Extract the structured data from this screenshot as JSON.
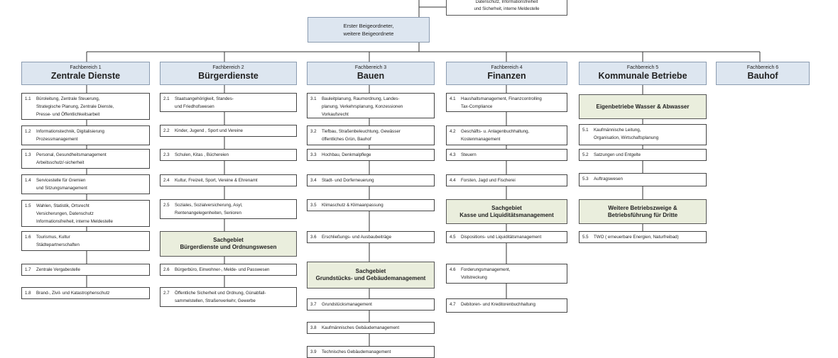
{
  "top": {
    "line1": "Datenschutz, Informationsfreiheit",
    "line2": "und Sicherheit, interne Meldestelle"
  },
  "beigeordnete": "Erster Beigeordneter,\nweitere Beigeordnete",
  "fachbereiche": [
    {
      "fb": "Fachbereich 1",
      "name": "Zentrale Dienste",
      "items": [
        {
          "num": "1.1",
          "text": "Büroleitung, Zentrale Steuerung,\nStrategische Planung, Zentrale Dienste,\nPresse- und Öffentlichkeitsarbeit"
        },
        {
          "num": "1.2",
          "text": "Informationstechnik, Digitalisierung\nProzessmanagement"
        },
        {
          "num": "1.3",
          "text": "Personal, Gesundheitsmanagement\nArbeitsschutz/-sicherheit"
        },
        {
          "num": "1.4",
          "text": "Servicestelle für Gremien\nund Sitzungsmanagement"
        },
        {
          "num": "1.5",
          "text": "Wahlen, Statistik, Ortsrecht\nVersicherungen, Datenschutz\nInformationsfreiheit, interne Meldestelle"
        },
        {
          "num": "1.6",
          "text": "Tourismus, Kultur\nStädtepartnerschaften"
        },
        {
          "num": "1.7",
          "text": "Zentrale Vergabestelle"
        },
        {
          "num": "1.8",
          "text": "Brand-, Zivil- und Katastrophenschutz"
        }
      ]
    },
    {
      "fb": "Fachbereich 2",
      "name": "Bürgerdienste",
      "items": [
        {
          "num": "2.1",
          "text": "Staatsangehörigkeit, Standes-\nund Friedhofswesen"
        },
        {
          "num": "2.2",
          "text": "Kinder, Jugend , Sport und Vereine"
        },
        {
          "num": "2.3",
          "text": "Schulen, Kitas , Büchereien"
        },
        {
          "num": "2.4",
          "text": "Kultur, Freizeit, Sport, Vereine & Ehrenamt"
        },
        {
          "num": "2.5",
          "text": "Soziales, Sozialversicherung, Asyl,\nRentenangelegenheiten, Senioren"
        },
        {
          "num": "2.6",
          "text": "Bürgerbüro, Einwohner-, Melde- und Passwesen"
        },
        {
          "num": "2.7",
          "text": "Öffentliche Sicherheit und Ordnung, Günabfall-\nsammelstellen, Straßenverkehr, Gewerbe"
        }
      ],
      "sachgebiet": {
        "l1": "Sachgebiet",
        "l2": "Bürgerdienste und Ordnungswesen"
      }
    },
    {
      "fb": "Fachbereich 3",
      "name": "Bauen",
      "items": [
        {
          "num": "3.1",
          "text": "Bauleitplanung, Raumordnung, Landes-\nplanung, Verkehrsplanung, Konzessionen\nVorkaufsrecht"
        },
        {
          "num": "3.2",
          "text": "Tiefbau, Straßenbeleuchtung, Gewässer\nöffentliches Grün, Bauhof"
        },
        {
          "num": "3.3",
          "text": "Hochbau, Denkmalpflege"
        },
        {
          "num": "3.4",
          "text": "Stadt- und Dorferneuerung"
        },
        {
          "num": "3.5",
          "text": "Klimaschutz & Klimaanpassung"
        },
        {
          "num": "3.6",
          "text": "Erschließungs- und Ausbaubeiträge"
        },
        {
          "num": "3.7",
          "text": "Grundstücksmanagement"
        },
        {
          "num": "3.8",
          "text": "Kaufmännisches Gebäudemanagement"
        },
        {
          "num": "3.9",
          "text": "Technisches Gebäudemanagement"
        }
      ],
      "sachgebiet": {
        "l1": "Sachgebiet",
        "l2": "Grundstücks- und Gebäudemanagement"
      }
    },
    {
      "fb": "Fachbereich 4",
      "name": "Finanzen",
      "items": [
        {
          "num": "4.1",
          "text": "Haushaltsmanagement,   Finanzcontrolling\nTax-Compliance"
        },
        {
          "num": "4.2",
          "text": "Geschäfts- u. Anlagenbuchhaltung,\nKostenmanagement"
        },
        {
          "num": "4.3",
          "text": "Steuern"
        },
        {
          "num": "4.4",
          "text": "Forsten, Jagd und Fischerei"
        },
        {
          "num": "4.5",
          "text": "Dispositions- und Liquiditätsmanagement"
        },
        {
          "num": "4.6",
          "text": "Forderungsmanagement,\nVollstreckung"
        },
        {
          "num": "4.7",
          "text": "Debitoren- und Kreditorenbuchhaltung"
        }
      ],
      "sachgebiet": {
        "l1": "Sachgebiet",
        "l2": "Kasse und Liquiditätsmanagement"
      }
    },
    {
      "fb": "Fachbereich 5",
      "name": "Kommunale Betriebe",
      "items": [
        {
          "num": "5.1",
          "text": "Kaufmännische Leitung,\nOrganisation, Wirtschaftsplanung"
        },
        {
          "num": "5.2",
          "text": "Satzungen und Entgelte"
        },
        {
          "num": "5.3",
          "text": "Auftragswesen"
        },
        {
          "num": "5.5",
          "text": "TWO ( erneuerbare Energien, Naturfreibad)"
        }
      ],
      "eigen": "Eigenbetriebe Wasser & Abwasser",
      "weitere": {
        "l1": "Weitere Betriebszweige &",
        "l2": "Betriebsführung für Dritte"
      }
    },
    {
      "fb": "Fachbereich 6",
      "name": "Bauhof"
    }
  ]
}
